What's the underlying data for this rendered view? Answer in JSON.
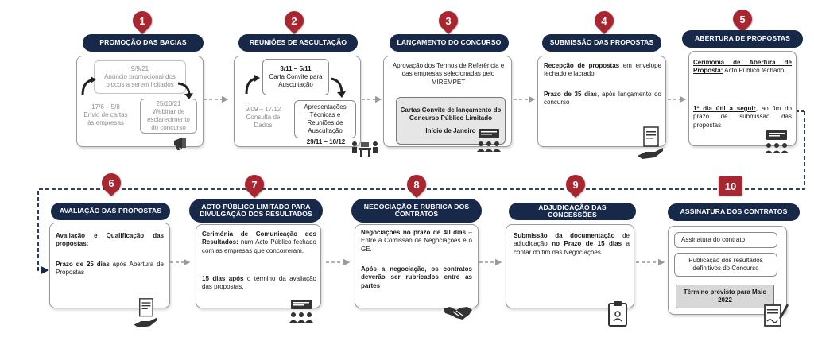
{
  "steps": [
    {
      "number": "1",
      "title": "PROMOÇÃO DAS BACIAS",
      "cycle": [
        {
          "date": "9/9/21",
          "text": "Anúncio promocional dos blocos a serem licitados"
        },
        {
          "date": "25/10/21",
          "text": "Webinar de esclarecimento do concurso"
        },
        {
          "date": "17/6 – 5/8",
          "text": "Envio de cartas às empresas"
        }
      ]
    },
    {
      "number": "2",
      "title": "REUNIÕES DE ASCULTAÇÃO",
      "cycle": [
        {
          "date": "3/11 – 5/11",
          "text": "Carta Convite para Auscultação"
        },
        {
          "date": "29/11 – 10/12",
          "text": "Apresentações Técnicas e Reuniões de Auscultação"
        },
        {
          "date": "9/09 – 17/12",
          "text": "Consulta de Dados"
        }
      ]
    },
    {
      "number": "3",
      "title": "LANÇAMENTO DO CONCURSO",
      "approval": "Aprovação dos Termos de Referência e das empresas selecionadas pelo MIREMPET",
      "letters": "Cartas Convite de lançamento do Concurso Público Limitado",
      "start": "Início de Janeiro"
    },
    {
      "number": "4",
      "title": "SUBMISSÃO DAS PROPOSTAS",
      "p1_bold": "Recepção de propostas",
      "p1_rest": " em envelope fechado e lacrado",
      "p2_bold": "Prazo de 35 dias",
      "p2_rest": ", após lançamento do concurso"
    },
    {
      "number": "5",
      "title": "ABERTURA DE PROPOSTAS",
      "p1_bold": "Cerimónia de Abertura de Proposta:",
      "p1_rest": " Acto Publico fechado.",
      "p2_bold": "1º dia útil a seguir",
      "p2_rest": ", ao fim do prazo de submissão das propostas"
    },
    {
      "number": "6",
      "title": "AVALIAÇÃO DAS PROPOSTAS",
      "p1_bold": "Avaliação e Qualificação das propostas:",
      "p2_bold": "Prazo de 25 dias",
      "p2_rest": " após Abertura de Propostas"
    },
    {
      "number": "7",
      "title": "ACTO PÚBLICO LIMITADO PARA DIVULGAÇÃO DOS RESULTADOS",
      "p1_bold": "Cerimónia de Comunicação dos Resultados:",
      "p1_rest": " num Acto Público fechado com as empresas que concorreram.",
      "p2_bold": "15 dias após",
      "p2_rest": " o término da avaliação das propostas."
    },
    {
      "number": "8",
      "title": "NEGOCIAÇÃO E RUBRICA DOS CONTRATOS",
      "p1_bold": "Negociações no prazo de 40 dias",
      "p1_rest": " – Entre a Comissão de Negociações e o GE.",
      "p2_bold": "Após a negociação, os contratos deverão ser rubricados entre as partes"
    },
    {
      "number": "9",
      "title": "ADJUDICAÇÃO DAS CONCESSÕES",
      "p1_bold": "Submissão da documentação",
      "p1_mid": " de adjudicação ",
      "p1_bold2": "no Prazo de 15 dias",
      "p1_rest": " a contar do fim das Negociações."
    },
    {
      "number": "10",
      "title": "ASSINATURA DOS CONTRATOS",
      "item1": "Assinatura do contrato",
      "item2": "Publicação dos resultados definitivos do Concurso",
      "end": "Término previsto para Maio 2022"
    }
  ],
  "icons": [
    "megaphone-icon",
    "meeting-icon",
    "presentation-icon",
    "document-hand-icon",
    "presentation-icon",
    "document-hand-icon",
    "presentation-icon",
    "handshake-icon",
    "clipboard-icon",
    "signed-document-icon"
  ],
  "colors": {
    "pin": "#a82630",
    "header": "#172849",
    "connector": "#172849"
  }
}
